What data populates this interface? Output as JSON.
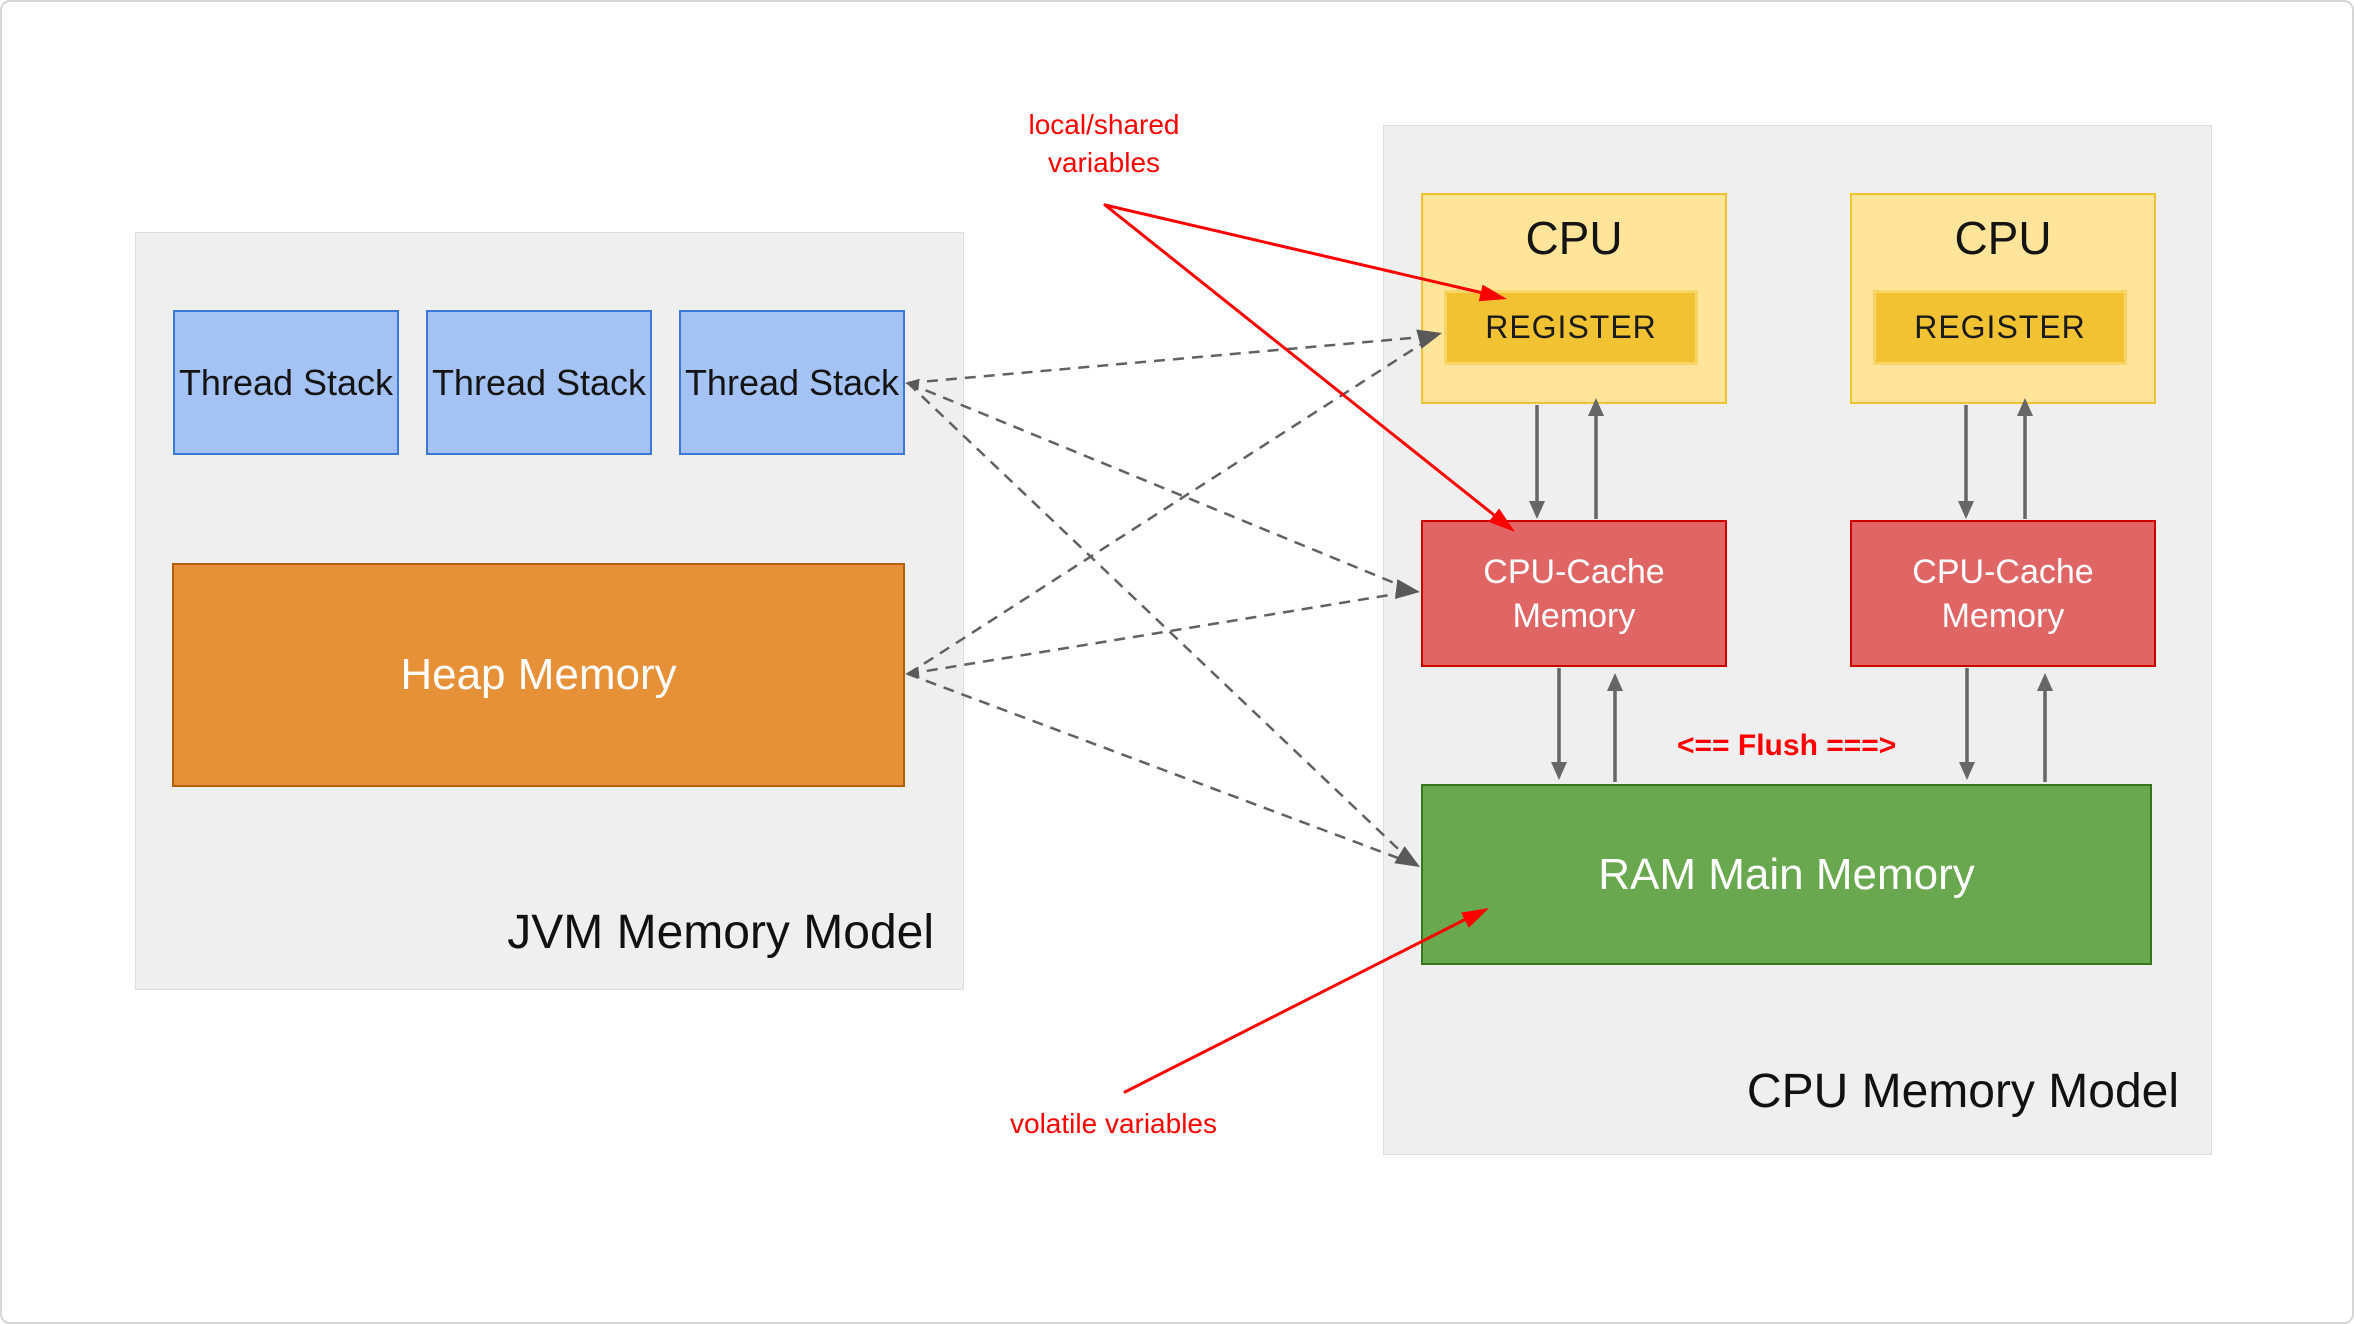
{
  "jvm_panel": {
    "title": "JVM Memory Model",
    "thread_stacks": [
      {
        "label": "Thread Stack"
      },
      {
        "label": "Thread Stack"
      },
      {
        "label": "Thread Stack"
      }
    ],
    "heap": {
      "label": "Heap Memory"
    }
  },
  "cpu_panel": {
    "title": "CPU Memory Model",
    "cpus": [
      {
        "label": "CPU",
        "register": "REGISTER",
        "cache": "CPU-Cache Memory"
      },
      {
        "label": "CPU",
        "register": "REGISTER",
        "cache": "CPU-Cache Memory"
      }
    ],
    "ram": {
      "label": "RAM Main Memory"
    },
    "flush_annotation": "<== Flush ===>"
  },
  "annotations": {
    "local_shared": "local/shared variables",
    "volatile": "volatile variables"
  },
  "colors": {
    "thread_stack_fill": "#a4c2f4",
    "thread_stack_border": "#3c78d8",
    "heap_fill": "#e69138",
    "heap_border": "#b45f06",
    "cpu_fill": "#ffe599",
    "cpu_border": "#f1c232",
    "register_fill": "#f1c232",
    "cache_fill": "#e06666",
    "cache_border": "#cc0000",
    "ram_fill": "#6aa84f",
    "ram_border": "#38761d",
    "panel_fill": "#efefef",
    "annotation_red": "#ff0000",
    "connector_gray": "#616161",
    "arrow_gray": "#666666"
  }
}
